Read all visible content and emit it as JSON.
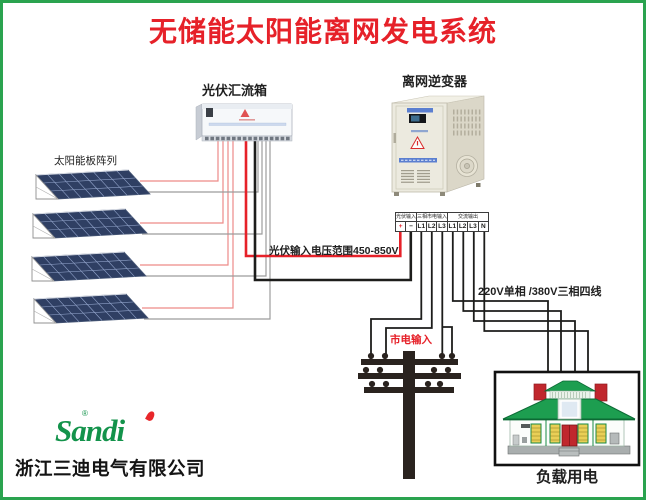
{
  "title": "无储能太阳能离网发电系统",
  "labels": {
    "combiner_box": "光伏汇流箱",
    "inverter": "离网逆变器",
    "solar_array": "太阳能板阵列",
    "pv_voltage_range": "光伏输入电压范围450-850V",
    "ac_output_spec": "220V单相 /380V三相四线",
    "grid_input": "市电输入",
    "load": "负载用电"
  },
  "inverter_terminals": {
    "groups": [
      {
        "label": "光伏输入",
        "terminal_count": 2
      },
      {
        "label": "三相市电输入",
        "terminal_count": 3
      },
      {
        "label": "交流输出",
        "terminal_count": 4
      }
    ],
    "cells": [
      "+",
      "−",
      "L1",
      "L2",
      "L3",
      "L1",
      "L2",
      "L3",
      "N"
    ]
  },
  "branding": {
    "logo_text": "Sandi",
    "registered_mark": "®",
    "company_name": "浙江三迪电气有限公司"
  },
  "colors": {
    "frame_green": "#2aa34f",
    "title_red": "#e62129",
    "wire_red": "#e62129",
    "wire_black": "#1d1d1b",
    "wire_pink": "#ed8a88",
    "wire_gray": "#9c9c9c",
    "panel_blue": "#2f3f63",
    "roof_green": "#1d9e50",
    "chimney_red": "#c0272d",
    "logo_green": "#13934b"
  }
}
